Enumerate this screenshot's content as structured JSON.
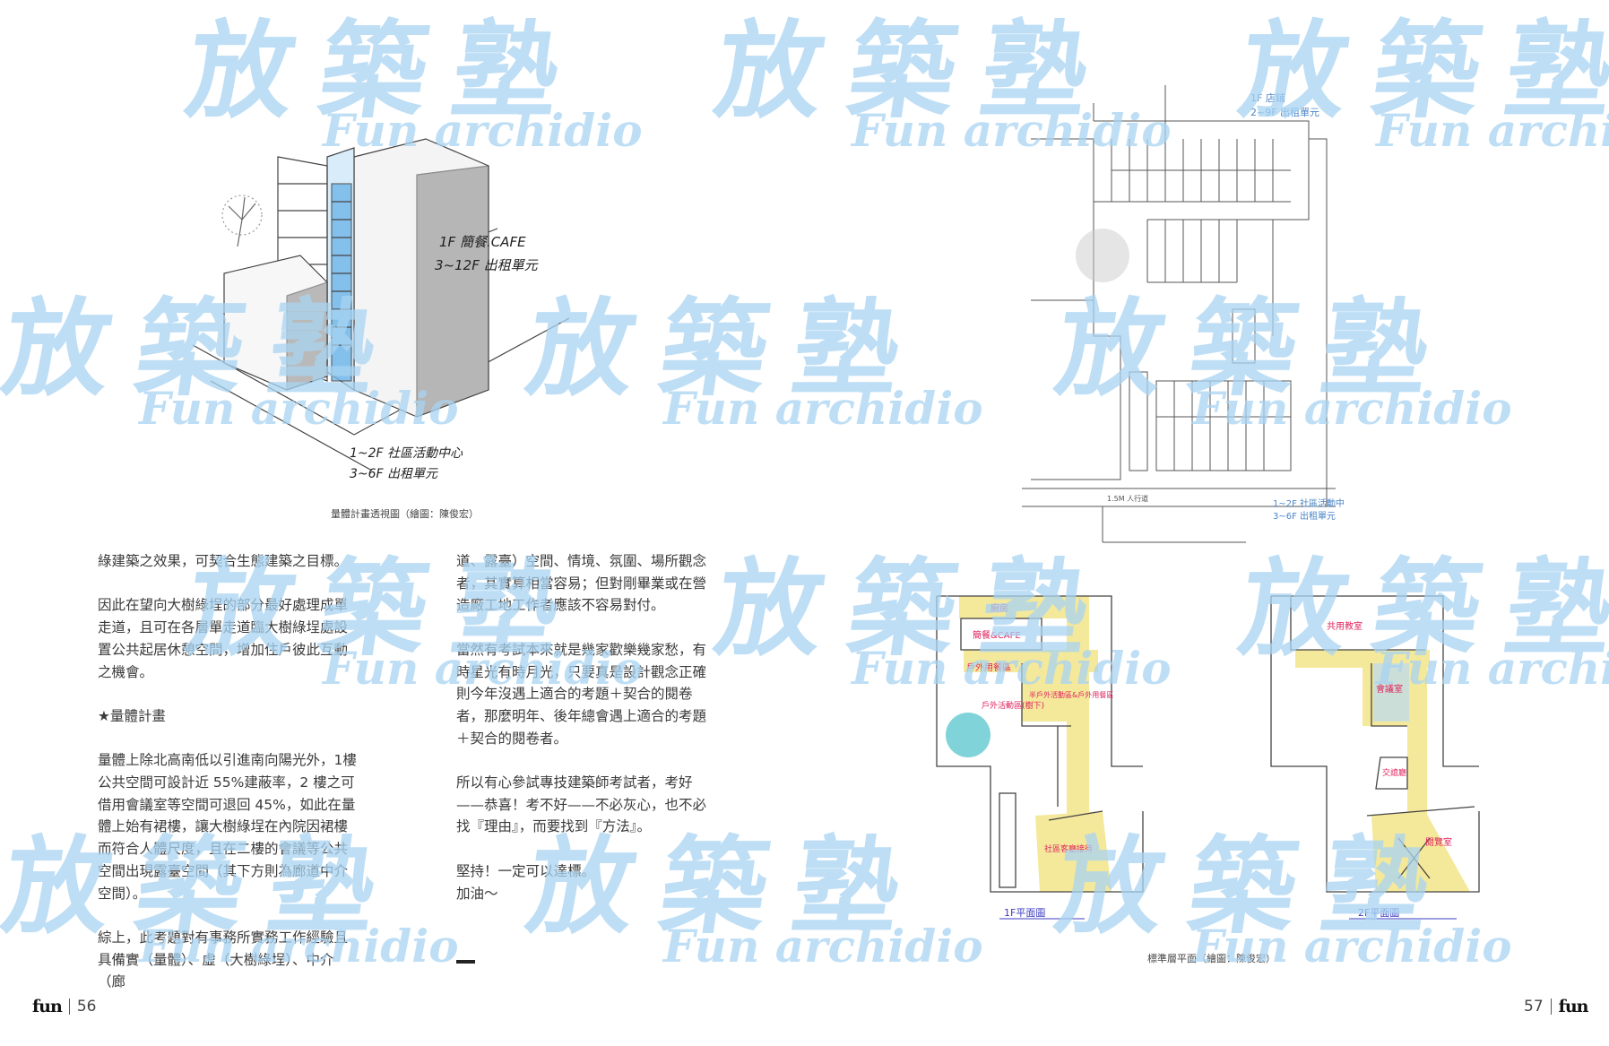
{
  "watermark": {
    "chinese": "放築塾",
    "english": "Fun archidio"
  },
  "left_page": {
    "figure_caption": "量體計畫透視圖（繪圖：陳俊宏）",
    "sketch_labels": [
      "1F 簡餐.CAFE",
      "3~12F 出租單元",
      "1~2F 社區活動中心",
      "3~6F 出租單元"
    ],
    "column1": [
      "綠建築之效果，可契合生態建築之目標。",
      "因此在望向大樹綠埕的部分最好處理成單走道，且可在各層單走道臨大樹綠埕處設置公共起居休憩空間，增加住戶彼此互動之機會。",
      "★量體計畫",
      "量體上除北高南低以引進南向陽光外，1樓公共空間可設計近 55%建蔽率，2 樓之可借用會議室等空間可退回 45%，如此在量體上始有裙樓，讓大樹綠埕在內院因裙樓而符合人體尺度，且在二樓的會議等公共空間出現露臺空間（其下方則為廊道中介空間）。",
      "綜上，此考題對有事務所實務工作經驗且具備實（量體）、虛（大樹綠埕）、中介（廊"
    ],
    "column2": [
      "道、露臺）空間、情境、氛圍、場所觀念者，其實算相當容易；但對剛畢業或在營造廠工地工作者應該不容易對付。",
      "當然有考試本來就是幾家歡樂幾家愁，有時星光有時月光，只要真是設計觀念正確則今年沒遇上適合的考題＋契合的閱卷者，那麼明年、後年總會遇上適合的考題＋契合的閱卷者。",
      "所以有心參試專技建築師考試者，考好——恭喜！考不好——不必灰心，也不必找『理由』，而要找到『方法』。",
      "堅持！一定可以達標。",
      "加油～"
    ],
    "folio": {
      "logo": "fun",
      "page": "56"
    }
  },
  "right_page": {
    "figure_caption": "標準層平面（繪圖：陳俊宏）",
    "site_plan_labels": [
      "1F 店鋪",
      "2~9F 出租單元",
      "1~2F 社區活動中心",
      "3~6F 出租單元",
      "1.5M 人行道"
    ],
    "plan_1f": {
      "title": "1F平面圖",
      "rooms": [
        "廚房",
        "簡餐&CAFE",
        "戶外用餐區",
        "半戶外活動區&戶外用餐區",
        "戶外活動區(樹下)",
        "社區客廳接待"
      ]
    },
    "plan_2f": {
      "title": "2F平面圖",
      "rooms": [
        "共用教室",
        "會議室",
        "交誼廳",
        "閱覽室"
      ]
    },
    "folio": {
      "logo": "fun",
      "page": "57"
    }
  },
  "colors": {
    "watermark": "#a9d4f2",
    "plan_fill": "#f3e58a",
    "room_label": "#e0245e",
    "plan_title": "#3b3bbf",
    "annotation": "#4a86c8"
  }
}
